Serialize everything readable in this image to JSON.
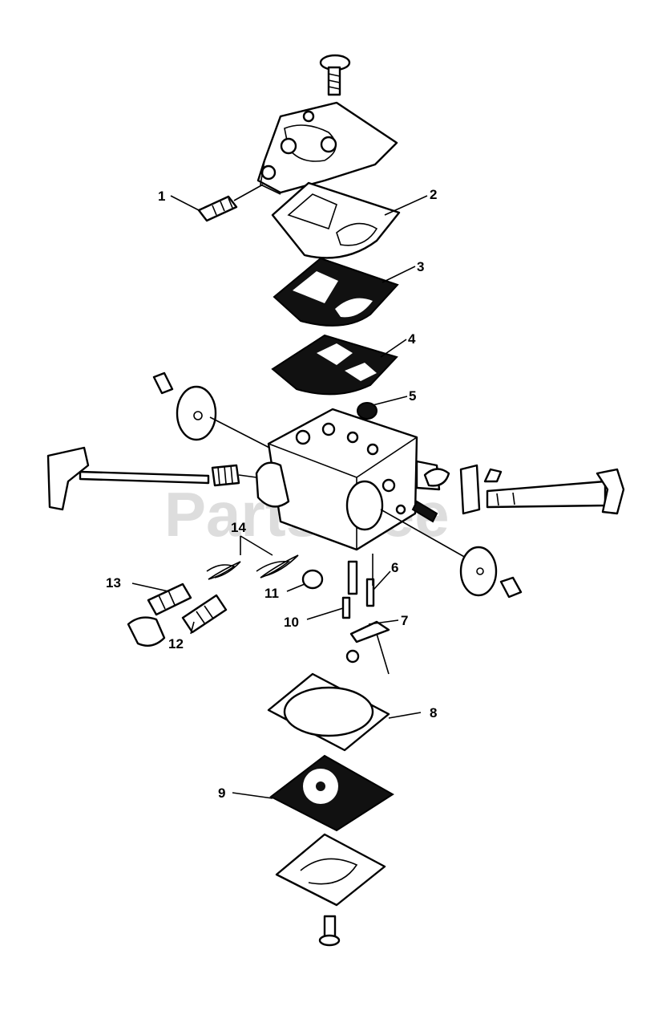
{
  "watermark": "PartsTree",
  "callouts": [
    {
      "id": "1",
      "label": "1"
    },
    {
      "id": "2",
      "label": "2"
    },
    {
      "id": "3",
      "label": "3"
    },
    {
      "id": "4",
      "label": "4"
    },
    {
      "id": "5",
      "label": "5"
    },
    {
      "id": "6",
      "label": "6"
    },
    {
      "id": "7",
      "label": "7"
    },
    {
      "id": "8",
      "label": "8"
    },
    {
      "id": "9",
      "label": "9"
    },
    {
      "id": "10",
      "label": "10"
    },
    {
      "id": "11",
      "label": "11"
    },
    {
      "id": "12",
      "label": "12"
    },
    {
      "id": "13",
      "label": "13"
    },
    {
      "id": "14",
      "label": "14"
    }
  ]
}
